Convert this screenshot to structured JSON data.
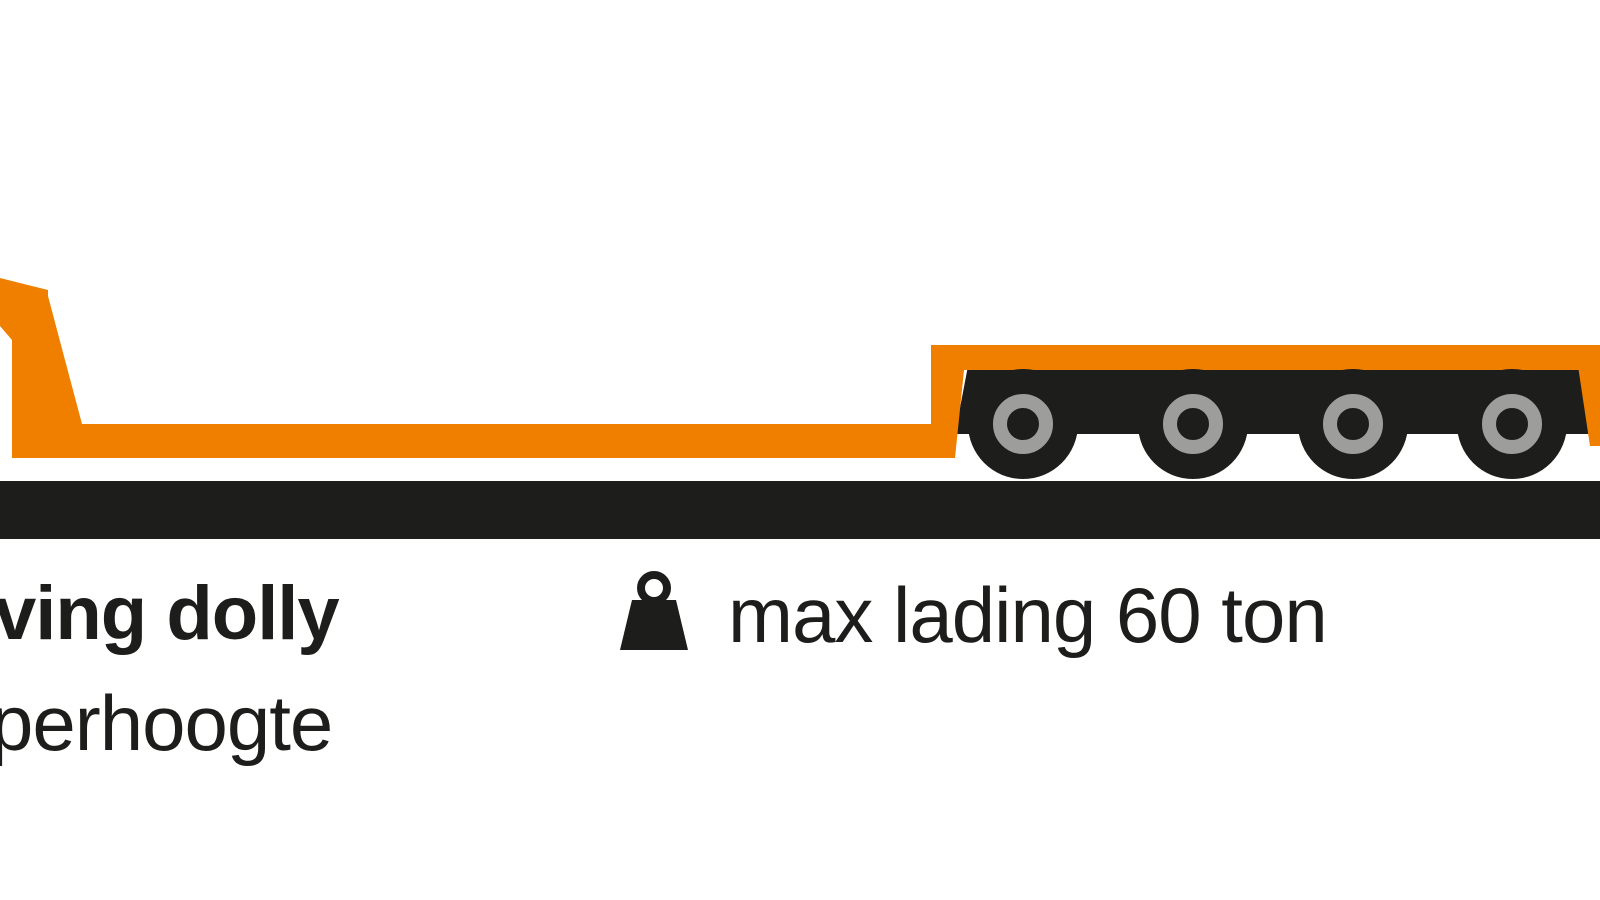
{
  "colors": {
    "trailer": "#f07f00",
    "dark": "#1d1d1b",
    "hub": "#9d9d9c",
    "background": "#ffffff",
    "text": "#1d1d1b"
  },
  "labels": {
    "title": "ving dolly",
    "subtitle": "perhoogte",
    "load": "max lading 60 ton"
  },
  "icons": {
    "weight": "weight-icon",
    "wheel": "wheel-icon"
  },
  "trailer": {
    "axle_count": 4
  }
}
